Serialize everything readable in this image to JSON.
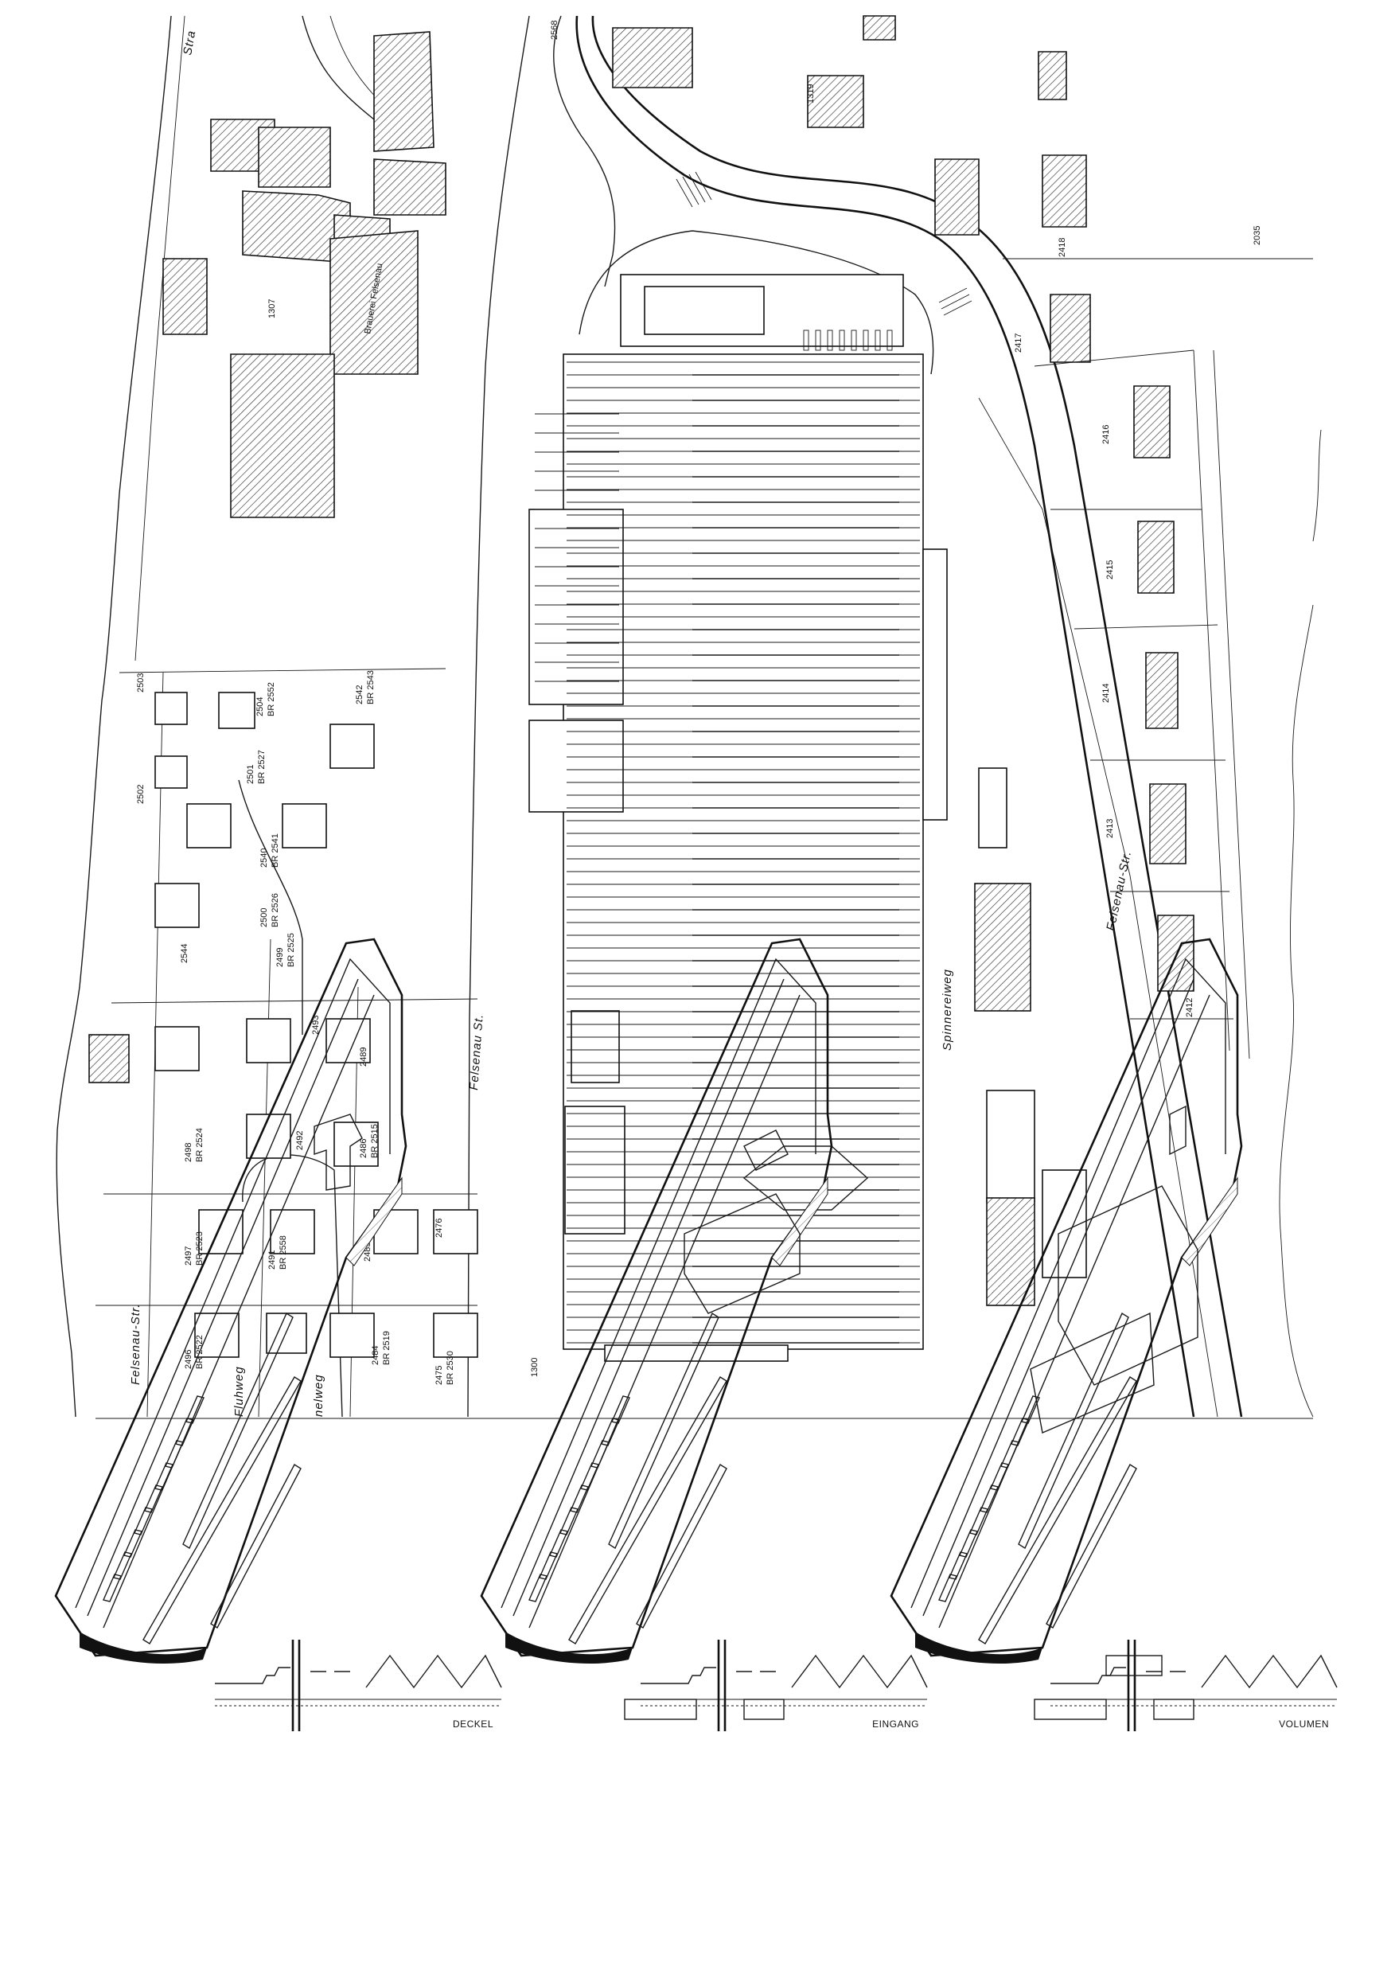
{
  "site_plan": {
    "streets": {
      "top_left": "Stra",
      "felsenau_west": "Felsenau-Str.",
      "fluhweg": "Fluhweg",
      "neuweg": "nelweg",
      "felsenau_central": "Felsenau St.",
      "spinnereiweg": "Spinnereiweg",
      "felsenau_east": "Felsenau-Str."
    },
    "building_text": {
      "brewery": "Brauerei Felsenau"
    },
    "parcels_west": [
      {
        "id": "2503"
      },
      {
        "id": "2502"
      },
      {
        "id": "2504",
        "br": "BR 2552"
      },
      {
        "id": "2501",
        "br": "BR 2527"
      },
      {
        "id": "2542",
        "br": "BR 2543"
      },
      {
        "id": "2540",
        "br": "BR 2541"
      },
      {
        "id": "2500",
        "br": "BR 2526"
      },
      {
        "id": "2544"
      },
      {
        "id": "2499",
        "br": "BR 2525"
      },
      {
        "id": "2493"
      },
      {
        "id": "2489"
      },
      {
        "id": "2498",
        "br": "BR 2524"
      },
      {
        "id": "2492"
      },
      {
        "id": "2497",
        "br": "BR 2523"
      },
      {
        "id": "2491",
        "br": "BR 2558"
      },
      {
        "id": "2486",
        "br": "BR 2515"
      },
      {
        "id": "2485"
      },
      {
        "id": "2476"
      },
      {
        "id": "2496",
        "br": "BR 2522"
      },
      {
        "id": "2484",
        "br": "BR 2519"
      },
      {
        "id": "2475",
        "br": "BR 2530"
      }
    ],
    "parcels_east": [
      {
        "id": "2418"
      },
      {
        "id": "2035"
      },
      {
        "id": "2417"
      },
      {
        "id": "2416"
      },
      {
        "id": "2415"
      },
      {
        "id": "2414"
      },
      {
        "id": "2413"
      },
      {
        "id": "2412"
      }
    ],
    "parcels_misc": [
      {
        "id": "1307"
      },
      {
        "id": "1319"
      },
      {
        "id": "2568"
      },
      {
        "id": "1300"
      }
    ]
  },
  "axonometrics": [
    {
      "label": "DECKEL"
    },
    {
      "label": "EINGANG"
    },
    {
      "label": "VOLUMEN"
    }
  ]
}
